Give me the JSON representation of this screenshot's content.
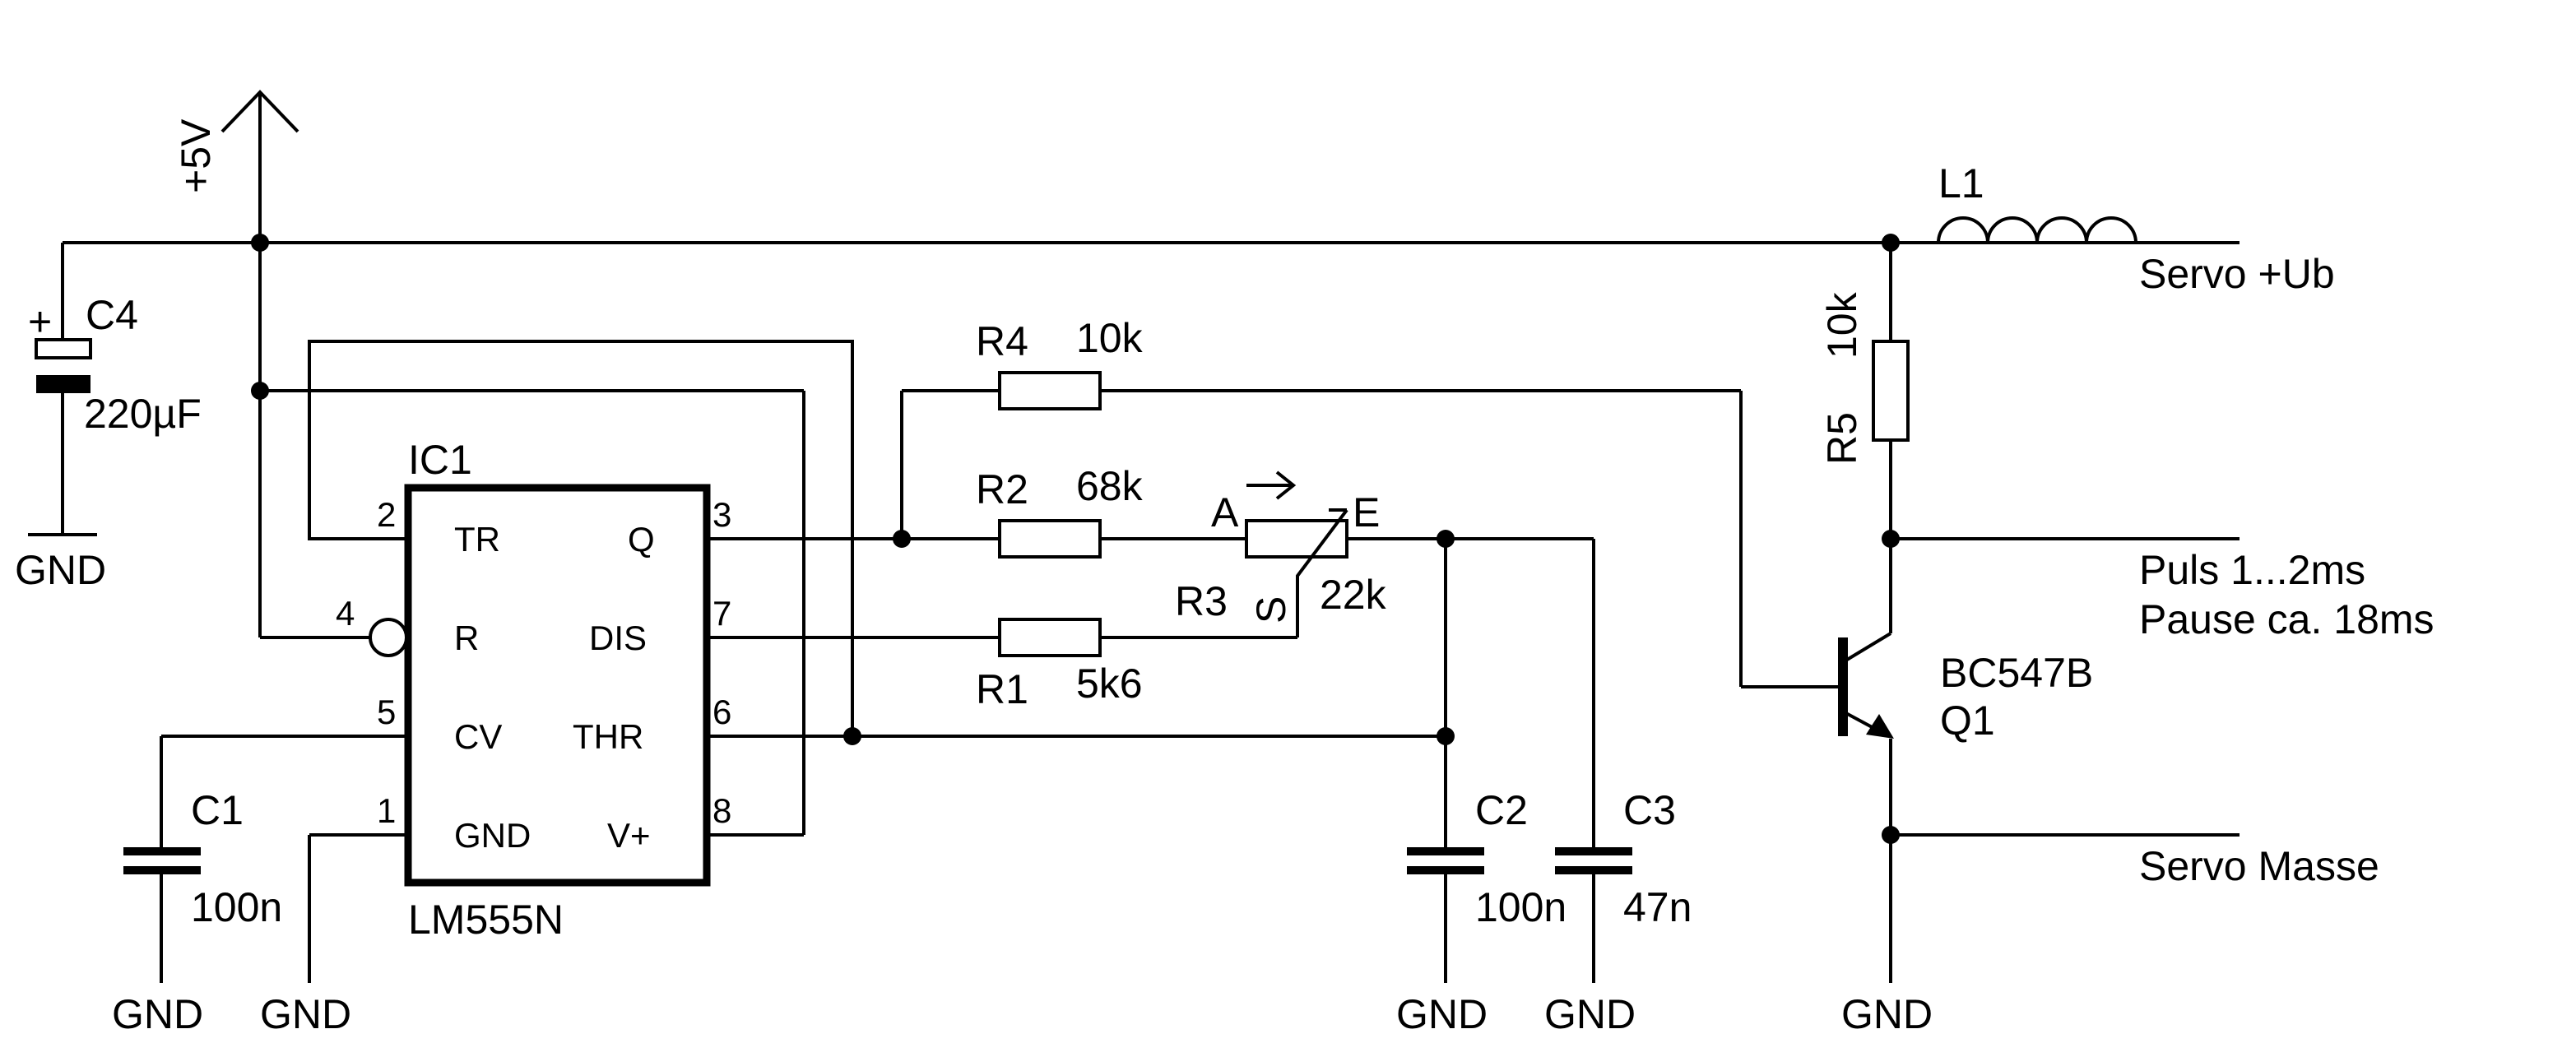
{
  "supply": {
    "label": "+5V"
  },
  "ground_label": "GND",
  "ic1": {
    "designator": "IC1",
    "part": "LM555N",
    "pins": {
      "tr": {
        "name": "TR",
        "number": "2"
      },
      "r": {
        "name": "R",
        "number": "4"
      },
      "cv": {
        "name": "CV",
        "number": "5"
      },
      "gnd": {
        "name": "GND",
        "number": "1"
      },
      "q": {
        "name": "Q",
        "number": "3"
      },
      "dis": {
        "name": "DIS",
        "number": "7"
      },
      "thr": {
        "name": "THR",
        "number": "6"
      },
      "vplus": {
        "name": "V+",
        "number": "8"
      }
    }
  },
  "c1": {
    "name": "C1",
    "value": "100n"
  },
  "c2": {
    "name": "C2",
    "value": "100n"
  },
  "c3": {
    "name": "C3",
    "value": "47n"
  },
  "c4": {
    "name": "C4",
    "value": "220µF",
    "polarity": "+"
  },
  "r1": {
    "name": "R1",
    "value": "5k6"
  },
  "r2": {
    "name": "R2",
    "value": "68k"
  },
  "r3": {
    "name": "R3",
    "value": "22k",
    "pin_a": "A",
    "pin_e": "E",
    "pin_s": "S"
  },
  "r4": {
    "name": "R4",
    "value": "10k"
  },
  "r5": {
    "name": "R5",
    "value": "10k"
  },
  "l1": {
    "name": "L1"
  },
  "q1": {
    "name": "Q1",
    "part": "BC547B"
  },
  "outputs": {
    "servo_ub": "Servo +Ub",
    "puls_line1": "Puls 1...2ms",
    "puls_line2": "Pause ca. 18ms",
    "servo_masse": "Servo Masse"
  }
}
